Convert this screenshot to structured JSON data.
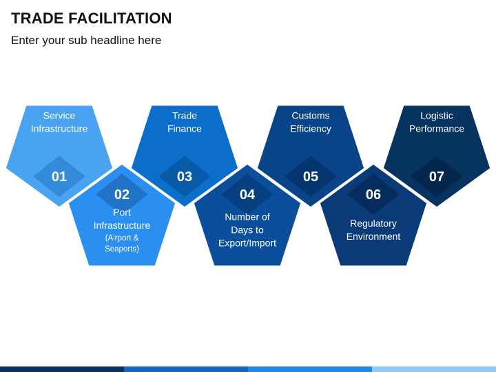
{
  "title": "TRADE FACILITATION",
  "subtitle": "Enter your sub headline here",
  "steps": [
    {
      "number": "01",
      "lines": [
        "Service",
        "Infrastructure"
      ],
      "small": [],
      "color": "#4aa3f0",
      "accent": "#2f86d6"
    },
    {
      "number": "02",
      "lines": [
        "Port",
        "Infrastructure"
      ],
      "small": [
        "(Airport &",
        "Seaports)"
      ],
      "color": "#2a8ff0",
      "accent": "#1f6fc0"
    },
    {
      "number": "03",
      "lines": [
        "Trade",
        "Finance"
      ],
      "small": [],
      "color": "#0b6ecb",
      "accent": "#0857a3"
    },
    {
      "number": "04",
      "lines": [
        "Number of",
        "Days to",
        "Export/Import"
      ],
      "small": [],
      "color": "#0b4f9c",
      "accent": "#073d7c"
    },
    {
      "number": "05",
      "lines": [
        "Customs",
        "Efficiency"
      ],
      "small": [],
      "color": "#0a4488",
      "accent": "#06346b"
    },
    {
      "number": "06",
      "lines": [
        "Regulatory",
        "Environment"
      ],
      "small": [],
      "color": "#0a3a78",
      "accent": "#062a58"
    },
    {
      "number": "07",
      "lines": [
        "Logistic",
        "Performance"
      ],
      "small": [],
      "color": "#073361",
      "accent": "#05264a"
    }
  ]
}
